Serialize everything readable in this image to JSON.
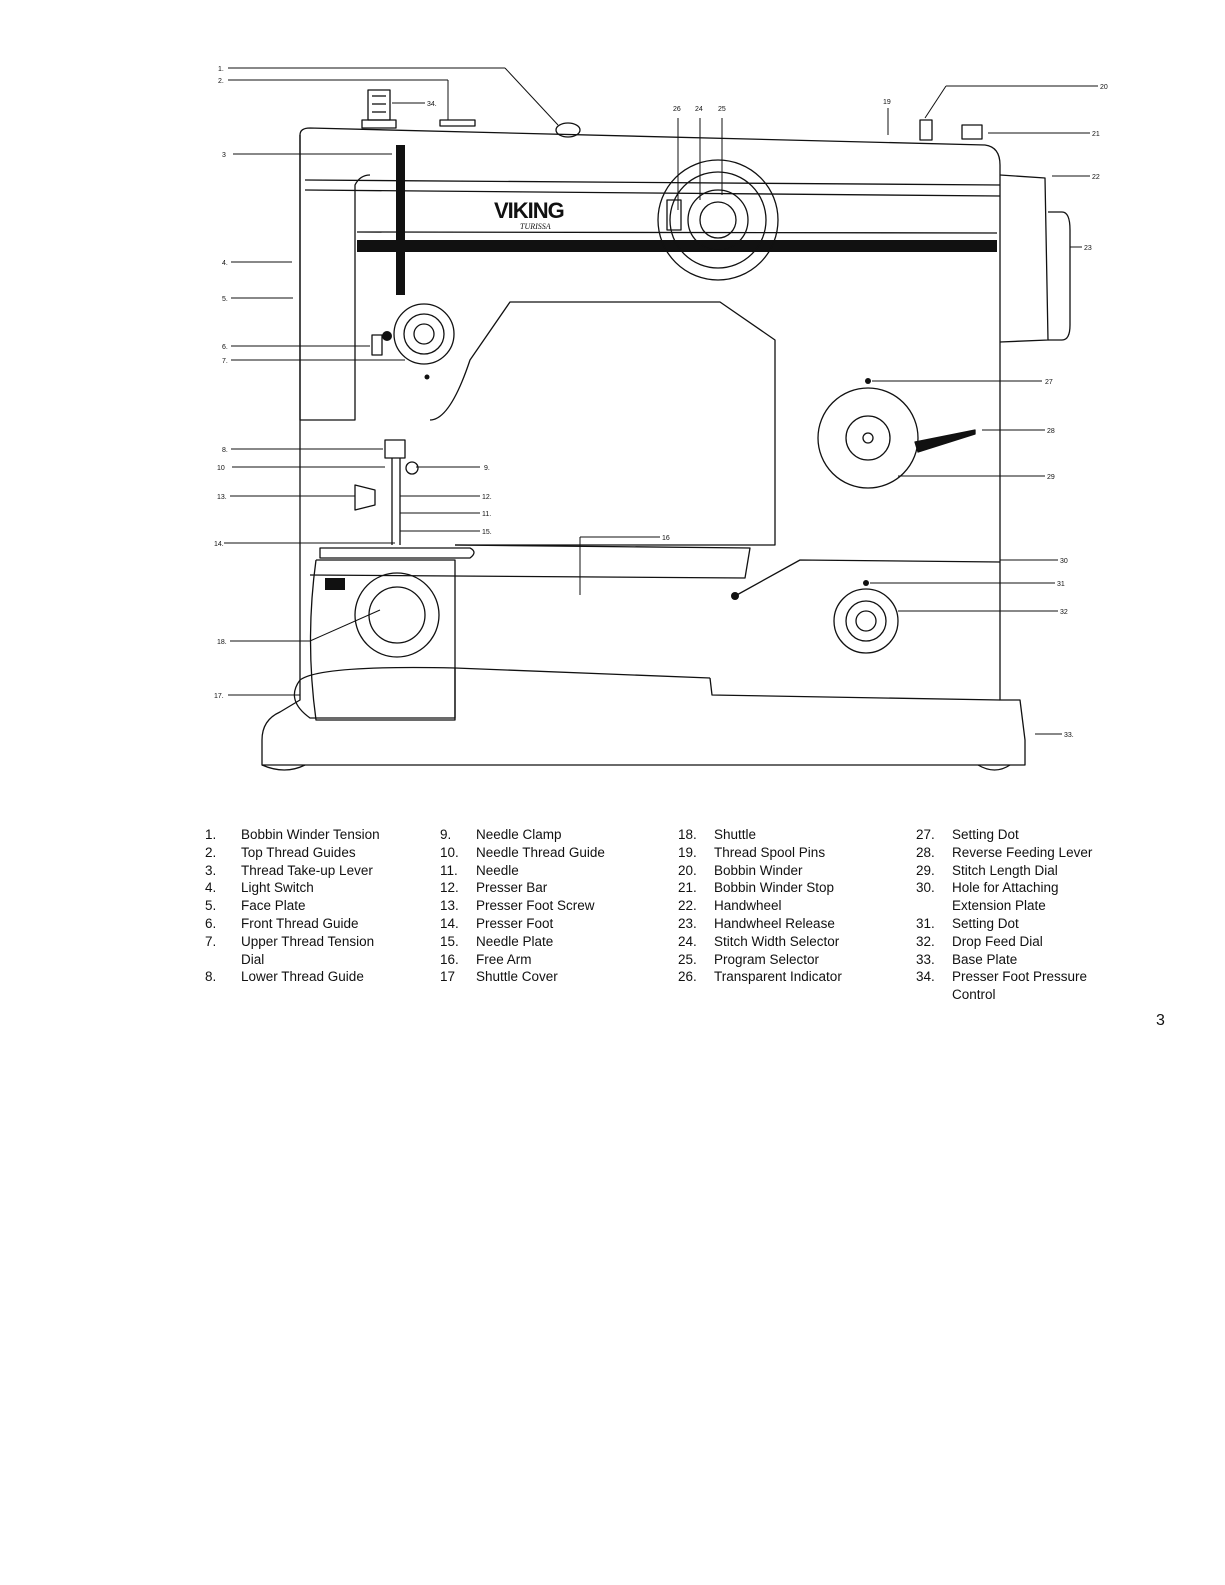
{
  "brand": {
    "name": "VIKING",
    "model": "TURISSA"
  },
  "page_number": "3",
  "legend": [
    [
      {
        "n": "1.",
        "t": "Bobbin Winder Tension"
      },
      {
        "n": "2.",
        "t": "Top Thread Guides"
      },
      {
        "n": "3.",
        "t": "Thread Take-up Lever"
      },
      {
        "n": "4.",
        "t": "Light Switch"
      },
      {
        "n": "5.",
        "t": "Face Plate"
      },
      {
        "n": "6.",
        "t": "Front Thread Guide"
      },
      {
        "n": "7.",
        "t": "Upper Thread Tension",
        "t2": "Dial"
      },
      {
        "n": "8.",
        "t": "Lower Thread Guide"
      }
    ],
    [
      {
        "n": "9.",
        "t": "Needle Clamp"
      },
      {
        "n": "10.",
        "t": "Needle Thread Guide"
      },
      {
        "n": "11.",
        "t": "Needle"
      },
      {
        "n": "12.",
        "t": "Presser Bar"
      },
      {
        "n": "13.",
        "t": "Presser Foot Screw"
      },
      {
        "n": "14.",
        "t": "Presser Foot"
      },
      {
        "n": "15.",
        "t": "Needle Plate"
      },
      {
        "n": "16.",
        "t": "Free Arm"
      },
      {
        "n": "17",
        "t": "Shuttle Cover"
      }
    ],
    [
      {
        "n": "18.",
        "t": "Shuttle"
      },
      {
        "n": "19.",
        "t": "Thread Spool Pins"
      },
      {
        "n": "20.",
        "t": "Bobbin Winder"
      },
      {
        "n": "21.",
        "t": "Bobbin Winder Stop"
      },
      {
        "n": "22.",
        "t": "Handwheel"
      },
      {
        "n": "23.",
        "t": "Handwheel Release"
      },
      {
        "n": "24.",
        "t": "Stitch Width Selector"
      },
      {
        "n": "25.",
        "t": "Program Selector"
      },
      {
        "n": "26.",
        "t": "Transparent Indicator"
      }
    ],
    [
      {
        "n": "27.",
        "t": "Setting Dot"
      },
      {
        "n": "28.",
        "t": "Reverse Feeding Lever"
      },
      {
        "n": "29.",
        "t": "Stitch Length Dial"
      },
      {
        "n": "30.",
        "t": "Hole for Attaching",
        "t2": "Extension Plate"
      },
      {
        "n": "31.",
        "t": "Setting Dot"
      },
      {
        "n": "32.",
        "t": "Drop Feed Dial"
      },
      {
        "n": "33.",
        "t": "Base Plate"
      },
      {
        "n": "34.",
        "t": "Presser Foot Pressure",
        "t2": "Control"
      }
    ]
  ],
  "callouts": {
    "c1": "1.",
    "c2": "2.",
    "c3": "3",
    "c4": "4.",
    "c5": "5.",
    "c6": "6.",
    "c7": "7.",
    "c8": "8.",
    "c9": "9.",
    "c10": "10",
    "c11": "11.",
    "c12": "12.",
    "c13": "13.",
    "c14": "14.",
    "c15": "15.",
    "c16": "16",
    "c17": "17.",
    "c18": "18.",
    "c19": "19",
    "c20": "20",
    "c21": "21",
    "c22": "22",
    "c23": "23",
    "c24": "24",
    "c25": "25",
    "c26": "26",
    "c27": "27",
    "c28": "28",
    "c29": "29",
    "c30": "30",
    "c31": "31",
    "c32": "32",
    "c33": "33.",
    "c34": "34."
  }
}
